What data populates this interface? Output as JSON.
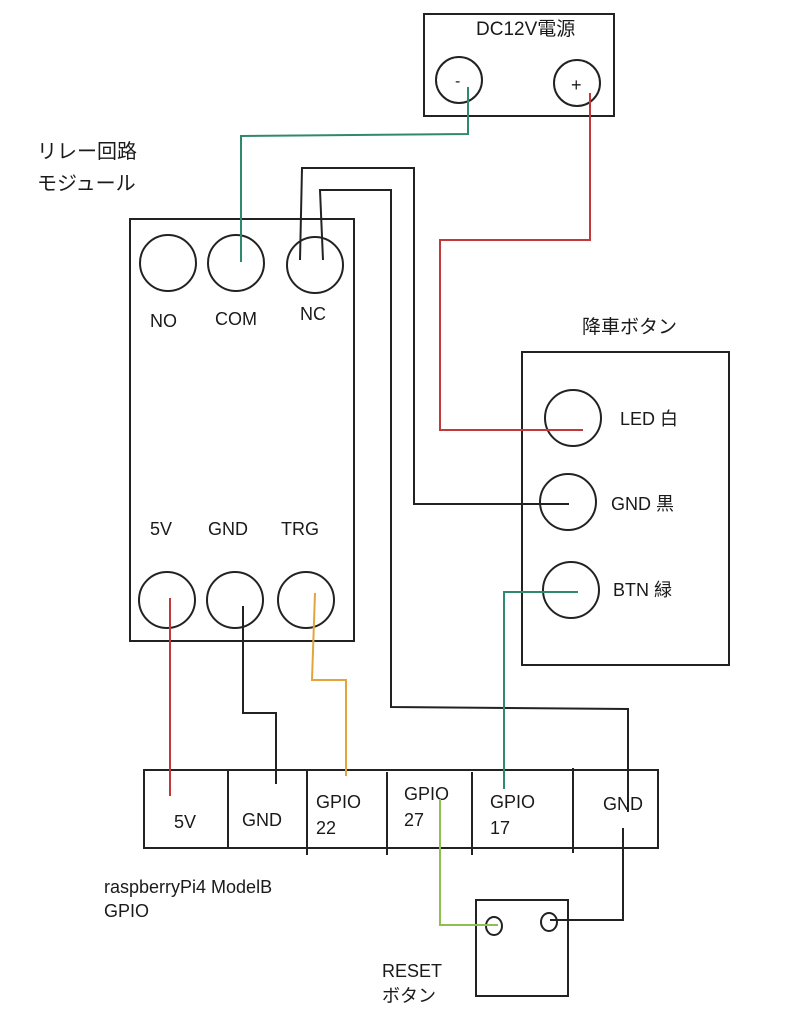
{
  "diagram": {
    "power_supply": {
      "title": "DC12V電源",
      "terminals": [
        "-",
        "+"
      ]
    },
    "relay_module": {
      "title_line1": "リレー回路",
      "title_line2": "モジュール",
      "top_terminals": [
        "NO",
        "COM",
        "NC"
      ],
      "bottom_terminals": [
        "5V",
        "GND",
        "TRG"
      ]
    },
    "exit_button": {
      "title": "降車ボタン",
      "terminals": [
        "LED 白",
        "GND 黒",
        "BTN 緑"
      ]
    },
    "gpio_header": {
      "title_line1": "raspberryPi4 ModelB",
      "title_line2": "GPIO",
      "pins": [
        {
          "line1": "5V",
          "line2": ""
        },
        {
          "line1": "GND",
          "line2": ""
        },
        {
          "line1": "GPIO",
          "line2": "22"
        },
        {
          "line1": "GPIO",
          "line2": "27"
        },
        {
          "line1": "GPIO",
          "line2": "17"
        },
        {
          "line1": "GND",
          "line2": ""
        }
      ]
    },
    "reset_button": {
      "title_line1": "RESET",
      "title_line2": "ボタン"
    },
    "wires": [
      {
        "name": "psu-minus-to-com",
        "from": "DC12V -",
        "to": "relay COM",
        "color": "#2e8a6e"
      },
      {
        "name": "psu-plus-to-led",
        "from": "DC12V +",
        "to": "降車ボタン LED 白",
        "color": "#c0393b"
      },
      {
        "name": "nc-to-button-gnd",
        "from": "relay NC",
        "to": "降車ボタン GND 黒",
        "color": "#222222"
      },
      {
        "name": "nc-to-gpio-gnd",
        "from": "relay NC",
        "to": "GPIO GND (right)",
        "color": "#222222"
      },
      {
        "name": "relay-5v-to-gpio-5v",
        "from": "relay 5V",
        "to": "GPIO 5V",
        "color": "#c0393b"
      },
      {
        "name": "relay-gnd-to-gpio-gnd",
        "from": "relay GND",
        "to": "GPIO GND",
        "color": "#222222"
      },
      {
        "name": "trg-to-gpio22",
        "from": "relay TRG",
        "to": "GPIO 22",
        "color": "#e3a53b"
      },
      {
        "name": "btn-to-gpio17",
        "from": "降車ボタン BTN 緑",
        "to": "GPIO 17",
        "color": "#2e8a6e"
      },
      {
        "name": "gpio27-to-reset",
        "from": "GPIO 27",
        "to": "RESET ボタン",
        "color": "#8cc152"
      },
      {
        "name": "gpio-gnd-to-reset",
        "from": "GPIO GND (right)",
        "to": "RESET ボタン",
        "color": "#222222"
      }
    ]
  }
}
